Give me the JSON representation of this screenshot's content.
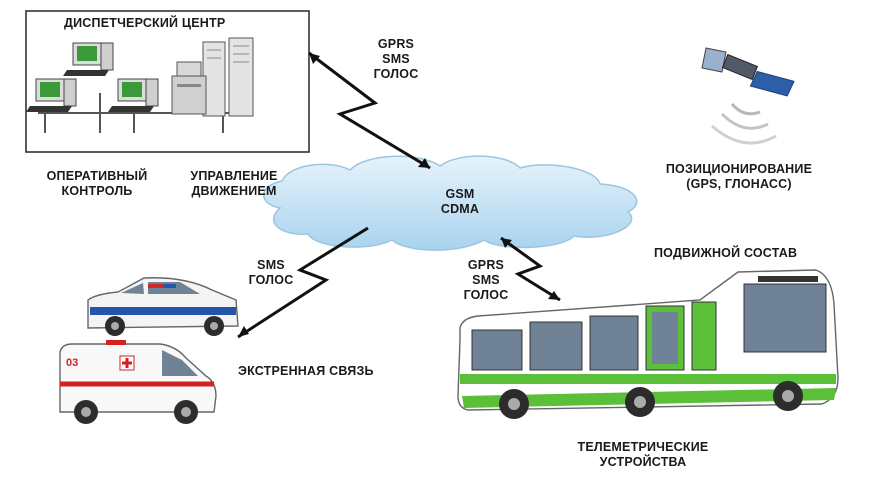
{
  "dispatch_center": {
    "title": "ДИСПЕТЧЕРСКИЙ ЦЕНТР"
  },
  "labels": {
    "operational_control": [
      "ОПЕРАТИВНЫЙ",
      "КОНТРОЛЬ"
    ],
    "traffic_management": [
      "УПРАВЛЕНИЕ",
      "ДВИЖЕНИЕМ"
    ],
    "positioning": [
      "ПОЗИЦИОНИРОВАНИЕ",
      "(GPS, ГЛОНАСС)"
    ],
    "rolling_stock": "ПОДВИЖНОЙ СОСТАВ",
    "emergency": "ЭКСТРЕННАЯ СВЯЗЬ",
    "telemetry": [
      "ТЕЛЕМЕТРИЧЕСКИЕ",
      "УСТРОЙСТВА"
    ]
  },
  "network": {
    "line1": "GSM",
    "line2": "CDMA"
  },
  "links": {
    "dispatch": [
      "GPRS",
      "SMS",
      "ГОЛОС"
    ],
    "emergency": [
      "SMS",
      "ГОЛОС"
    ],
    "bus": [
      "GPRS",
      "SMS",
      "ГОЛОС"
    ]
  },
  "vehicles": {
    "ambulance_number": "03"
  },
  "colors": {
    "cloud": "#c8e4f4",
    "bus_green": "#5bbf3a",
    "police_blue": "#2455a8",
    "ambulance_red": "#d42020",
    "monitor_green": "#3a9a3a"
  }
}
